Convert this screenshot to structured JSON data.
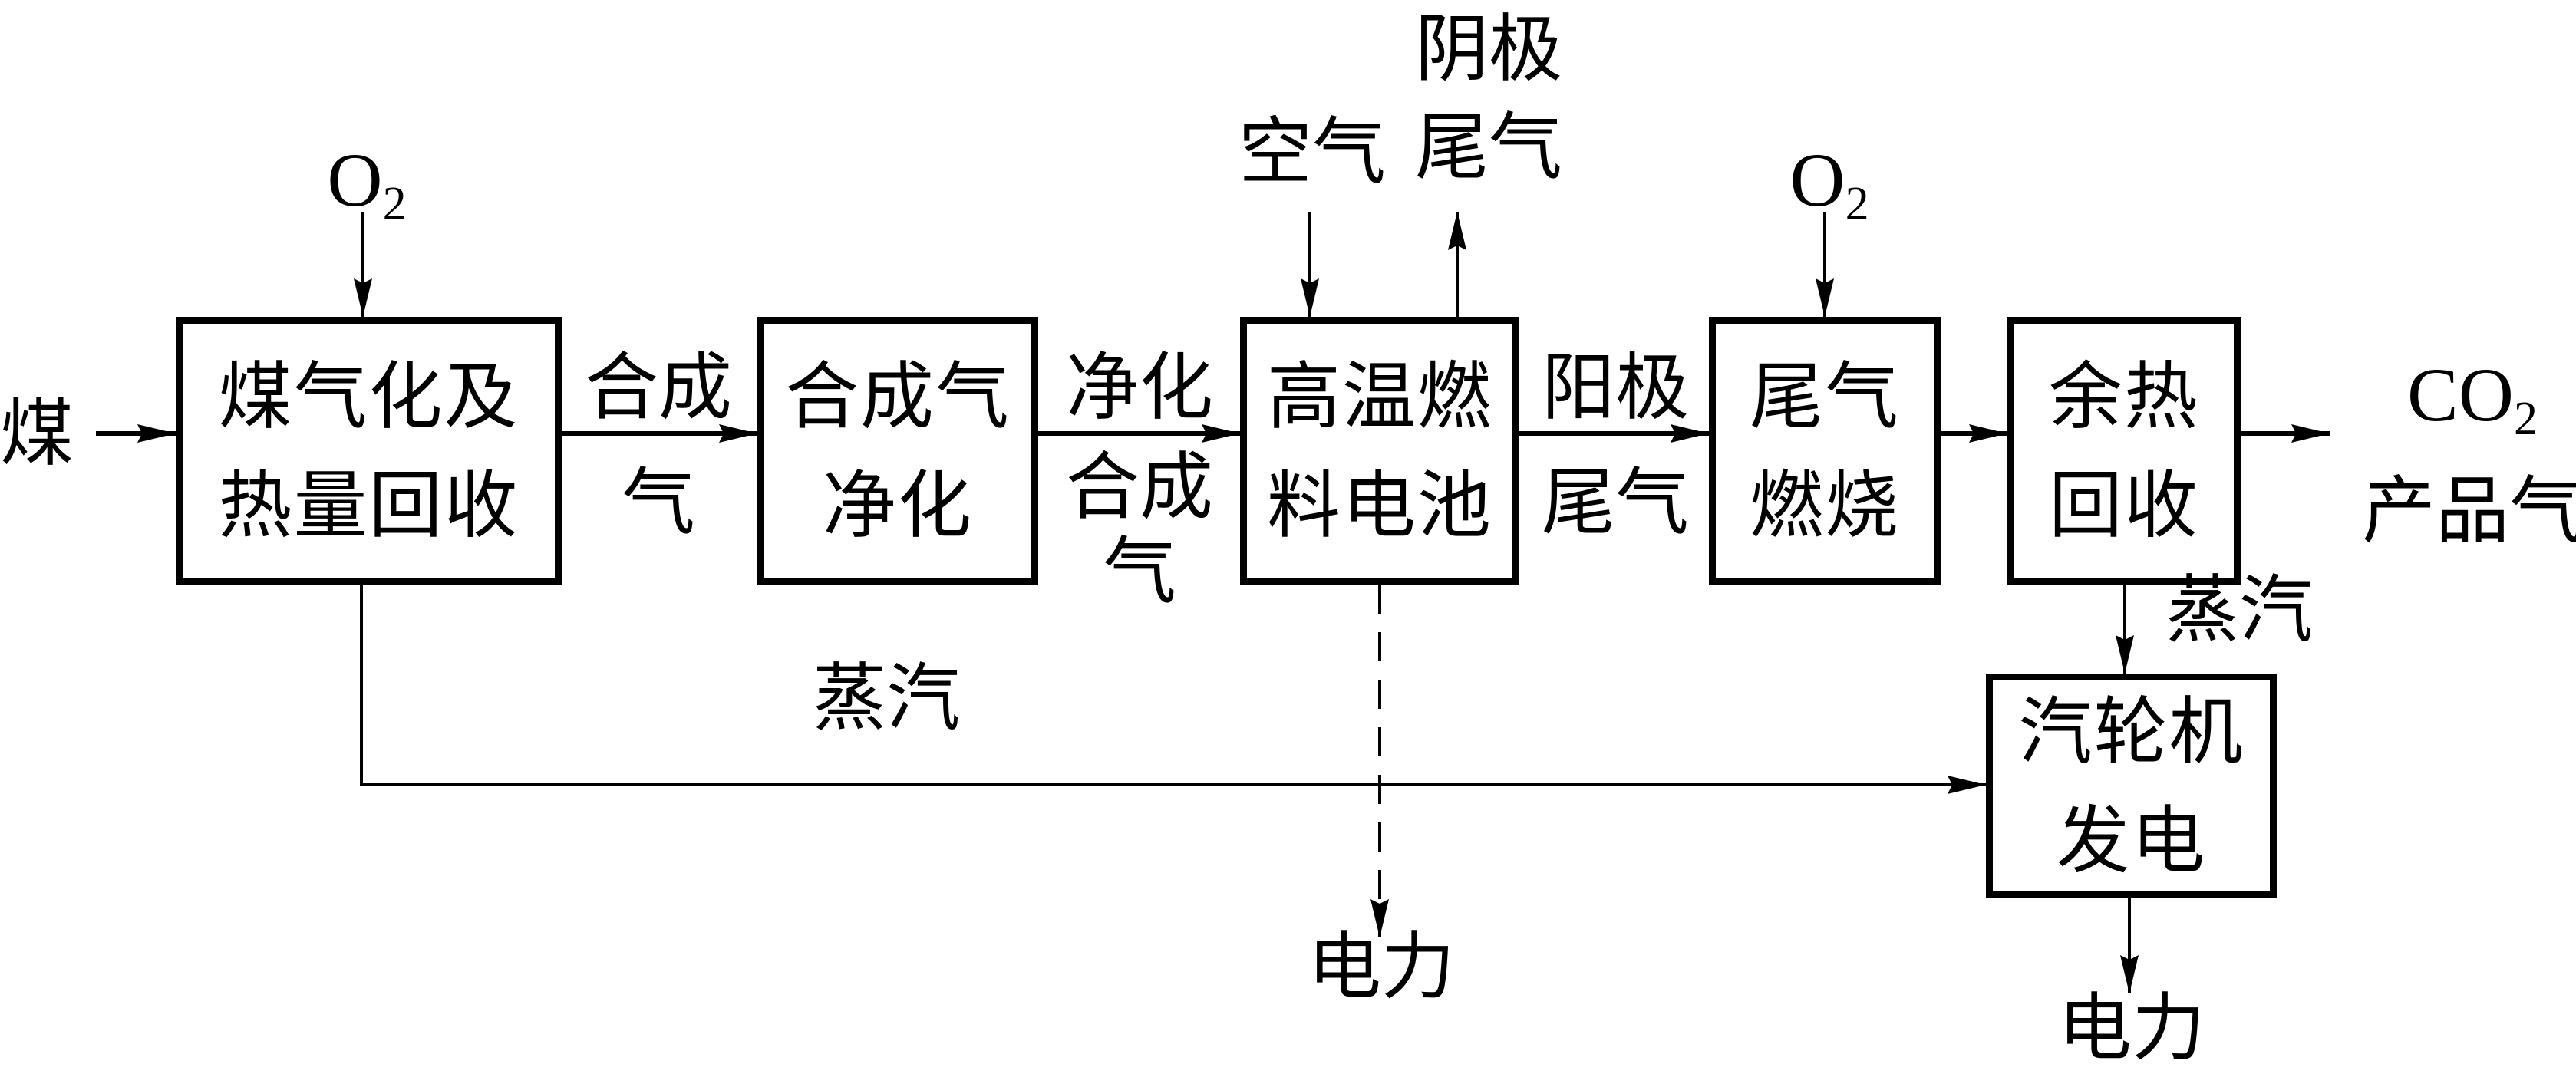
{
  "diagram": {
    "title": "煤气化-高温燃料电池联合发电流程",
    "blocks": {
      "gasification": [
        "煤气化及",
        "热量回收"
      ],
      "syngas_cleanup": [
        "合成气",
        "净化"
      ],
      "fuel_cell": [
        "高温燃",
        "料电池"
      ],
      "tail_gas_combustion": [
        "尾气",
        "燃烧"
      ],
      "heat_recovery": [
        "余热",
        "回收"
      ],
      "steam_turbine": [
        "汽轮机",
        "发电"
      ]
    },
    "labels": {
      "coal": "煤",
      "oxygen_1": {
        "base": "O",
        "sub": "2"
      },
      "syngas": [
        "合成",
        "气"
      ],
      "clean_syngas": [
        "净化",
        "合成",
        "气"
      ],
      "air": "空气",
      "cathode_exhaust": [
        "阴极",
        "尾气"
      ],
      "anode_exhaust": [
        "阳极",
        "尾气"
      ],
      "oxygen_2": {
        "base": "O",
        "sub": "2"
      },
      "co2_product": {
        "base": "CO",
        "sub": "2",
        "line2": "产品气"
      },
      "steam_1": "蒸汽",
      "steam_2": "蒸汽",
      "power_1": "电力",
      "power_2": "电力"
    },
    "flows": [
      {
        "from": "煤",
        "to": "煤气化及热量回收",
        "style": "solid"
      },
      {
        "from": "O2",
        "to": "煤气化及热量回收",
        "style": "solid"
      },
      {
        "from": "煤气化及热量回收",
        "to": "合成气净化",
        "label": "合成气",
        "style": "solid"
      },
      {
        "from": "合成气净化",
        "to": "高温燃料电池",
        "label": "净化合成气",
        "style": "solid"
      },
      {
        "from": "空气",
        "to": "高温燃料电池",
        "style": "solid"
      },
      {
        "from": "高温燃料电池",
        "to": "阴极尾气",
        "style": "solid"
      },
      {
        "from": "高温燃料电池",
        "to": "尾气燃烧",
        "label": "阳极尾气",
        "style": "solid"
      },
      {
        "from": "O2",
        "to": "尾气燃烧",
        "style": "solid"
      },
      {
        "from": "尾气燃烧",
        "to": "余热回收",
        "style": "solid"
      },
      {
        "from": "余热回收",
        "to": "CO2产品气",
        "style": "solid"
      },
      {
        "from": "余热回收",
        "to": "汽轮机发电",
        "label": "蒸汽",
        "style": "solid"
      },
      {
        "from": "煤气化及热量回收",
        "to": "汽轮机发电",
        "label": "蒸汽",
        "style": "solid"
      },
      {
        "from": "高温燃料电池",
        "to": "电力",
        "style": "dashed"
      },
      {
        "from": "汽轮机发电",
        "to": "电力",
        "style": "solid"
      }
    ]
  }
}
